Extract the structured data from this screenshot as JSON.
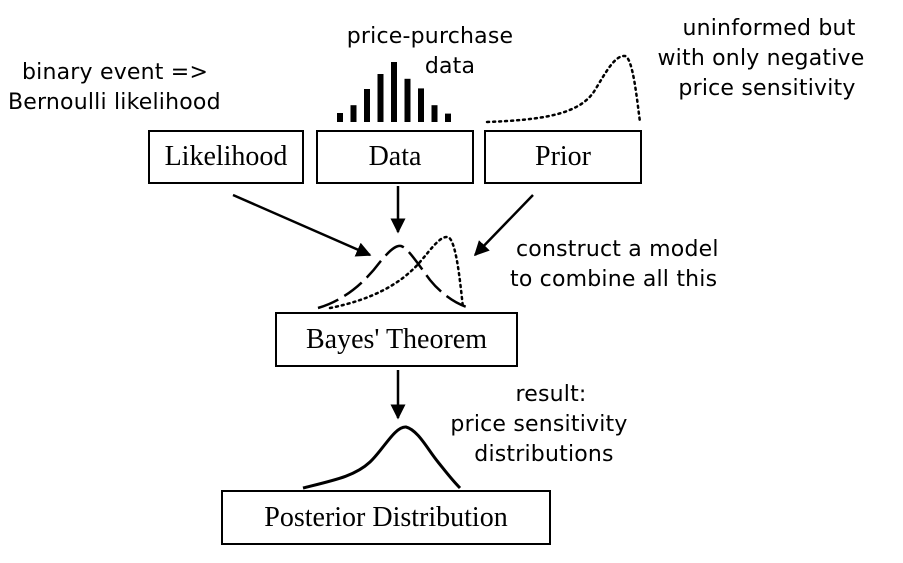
{
  "boxes": {
    "likelihood": "Likelihood",
    "data": "Data",
    "prior": "Prior",
    "bayes": "Bayes' Theorem",
    "posterior": "Posterior Distribution"
  },
  "annotations": {
    "likelihood_note": [
      "binary event =>",
      "Bernoulli likelihood"
    ],
    "data_note": [
      "price-purchase",
      "data"
    ],
    "prior_note": [
      "uninformed but",
      "with only negative",
      "price sensitivity"
    ],
    "model_note": [
      "construct a model",
      "to combine all this"
    ],
    "result_note": [
      "result:",
      "price sensitivity",
      "distributions"
    ]
  },
  "data_histogram": {
    "relative_heights": [
      0.15,
      0.28,
      0.55,
      0.8,
      1.0,
      0.72,
      0.56,
      0.28,
      0.14
    ]
  },
  "colors": {
    "ink": "#000000",
    "background": "#ffffff"
  }
}
